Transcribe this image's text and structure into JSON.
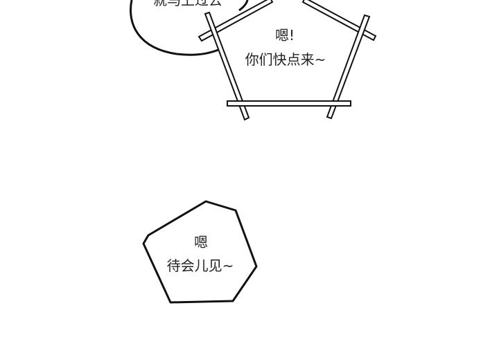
{
  "panel": {
    "top_left_bubble": {
      "text": "就马上过去"
    },
    "pentagon_bubble": {
      "line1": "嗯!",
      "line2": "你们快点来~"
    },
    "bottom_bubble": {
      "line1": "嗯",
      "line2": "待会儿见~"
    }
  },
  "colors": {
    "ink": "#111111",
    "background": "#ffffff"
  }
}
